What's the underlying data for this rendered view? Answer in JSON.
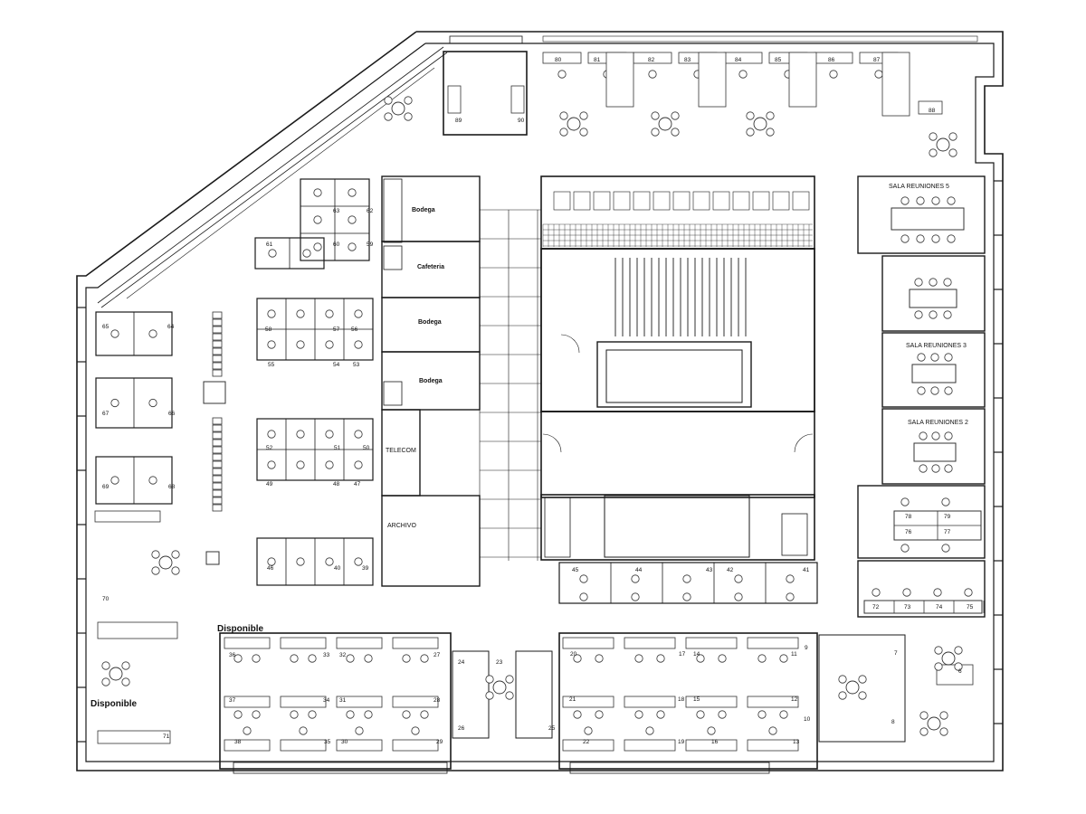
{
  "labels": {
    "bodega_1": "Bodega",
    "cafeteria": "Cafeteria",
    "bodega_2": "Bodega",
    "bodega_3": "Bodega",
    "telecom": "TELECOM",
    "archivo": "ARCHIVO",
    "sala_5": "SALA REUNIONES 5",
    "sala_3": "SALA REUNIONES 3",
    "sala_2": "SALA REUNIONES 2",
    "disponible_top": "Disponible",
    "disponible_left": "Disponible"
  },
  "desk_numbers": {
    "top_row": [
      "80",
      "81",
      "82",
      "83",
      "84",
      "85",
      "86",
      "87"
    ],
    "top_left_office": [
      "89",
      "90"
    ],
    "corner": [
      "88"
    ],
    "block_a": [
      "63",
      "62",
      "61",
      "60",
      "59",
      "58",
      "57",
      "56",
      "55",
      "54",
      "53",
      "52",
      "51",
      "50",
      "49",
      "48",
      "47",
      "46",
      "40",
      "39"
    ],
    "left_clusters": [
      "65",
      "64",
      "67",
      "66",
      "69",
      "68",
      "70",
      "71"
    ],
    "mid_row": [
      "45",
      "44",
      "43",
      "42",
      "41"
    ],
    "right_pod": [
      "78",
      "79",
      "76",
      "77",
      "72",
      "73",
      "74",
      "75"
    ],
    "bottom_left": [
      "36",
      "33",
      "32",
      "27",
      "37",
      "34",
      "31",
      "28",
      "38",
      "35",
      "30",
      "29",
      "24",
      "23",
      "26",
      "25"
    ],
    "bottom_right": [
      "20",
      "17",
      "14",
      "11",
      "21",
      "18",
      "15",
      "12",
      "22",
      "19",
      "16",
      "13",
      "9",
      "10",
      "8",
      "7",
      "6"
    ]
  },
  "colors": {
    "line": "#1a1a1a",
    "glass": "#9a9a9a",
    "background": "#ffffff"
  }
}
